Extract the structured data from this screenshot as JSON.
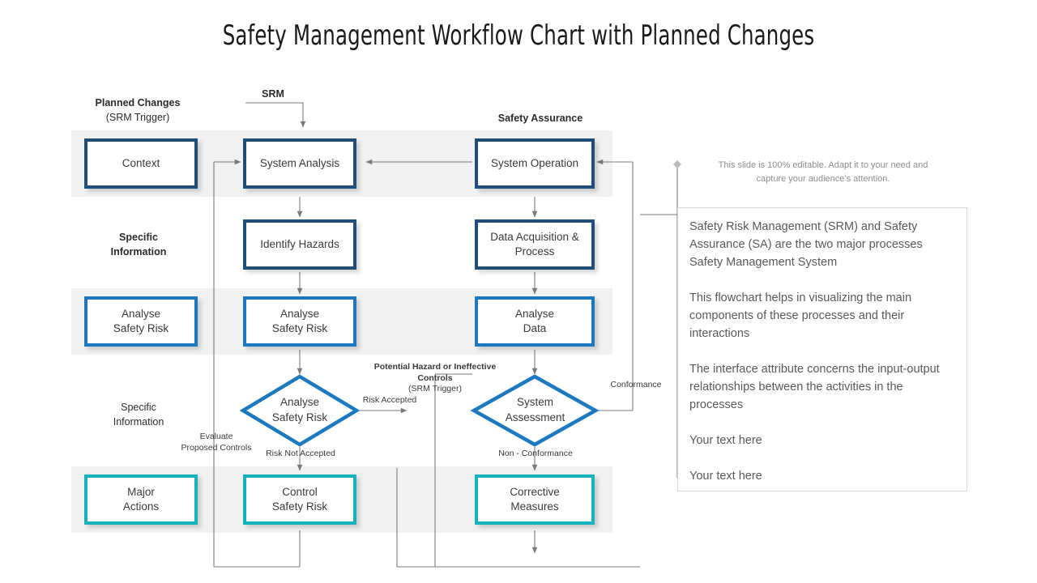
{
  "slide": {
    "title": "Safety Management Workflow Chart with Planned Changes"
  },
  "colors": {
    "navy": "#1f4e79",
    "blue": "#1c79c0",
    "teal": "#17b2be",
    "band": "#f1f1f1",
    "connector": "#7a7a7a",
    "body_text": "#595959",
    "note_text": "#8d8d8d"
  },
  "headings": {
    "planned_changes_title": "Planned Changes",
    "planned_changes_sub": "(SRM Trigger)",
    "srm": "SRM",
    "safety_assurance": "Safety Assurance",
    "specific_information_upper_line1": "Specific",
    "specific_information_upper_line2": "Information",
    "specific_information_lower_line1": "Specific",
    "specific_information_lower_line2": "Information"
  },
  "nodes": {
    "context": "Context",
    "system_analysis": "System Analysis",
    "system_operation": "System Operation",
    "identify_hazards": "Identify Hazards",
    "data_acquisition_line1": "Data Acquisition &",
    "data_acquisition_line2": "Process",
    "analyse_safety_risk_left_line1": "Analyse",
    "analyse_safety_risk_left_line2": "Safety Risk",
    "analyse_safety_risk_mid_line1": "Analyse",
    "analyse_safety_risk_mid_line2": "Safety Risk",
    "analyse_data_line1": "Analyse",
    "analyse_data_line2": "Data",
    "diamond_analyse_safety_risk_line1": "Analyse",
    "diamond_analyse_safety_risk_line2": "Safety Risk",
    "diamond_system_assessment_line1": "System",
    "diamond_system_assessment_line2": "Assessment",
    "major_actions_line1": "Major",
    "major_actions_line2": "Actions",
    "control_safety_risk_line1": "Control",
    "control_safety_risk_line2": "Safety Risk",
    "corrective_measures_line1": "Corrective",
    "corrective_measures_line2": "Measures"
  },
  "edge_labels": {
    "risk_accepted": "Risk Accepted",
    "risk_not_accepted": "Risk Not Accepted",
    "evaluate_line1": "Evaluate",
    "evaluate_line2": "Proposed Controls",
    "potential_hazard_line1": "Potential Hazard or Ineffective",
    "potential_hazard_line2": "Controls",
    "potential_hazard_line3": "(SRM Trigger)",
    "conformance": "Conformance",
    "non_conformance": "Non - Conformance"
  },
  "note": {
    "line1": "This slide is 100% editable. Adapt it to your need and",
    "line2": "capture your audience’s attention."
  },
  "panel": {
    "paragraphs": [
      "Safety Risk Management (SRM) and Safety Assurance (SA) are the two major processes Safety Management System",
      "This flowchart helps in visualizing the main components of these processes and their interactions",
      "The interface attribute concerns the input-output relationships between the activities in the processes",
      "Your text here",
      "Your text here"
    ]
  }
}
